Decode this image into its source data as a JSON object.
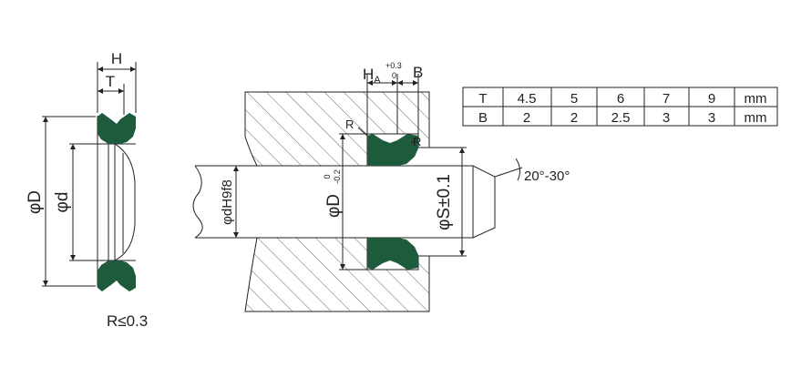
{
  "colors": {
    "seal": "#1e5a3c",
    "line": "#222222",
    "hatch": "#666666",
    "background": "#ffffff"
  },
  "seal_view": {
    "h_label": "H",
    "t_label": "T",
    "phi_symbol": "φ",
    "outer_dia": "D",
    "inner_dia": "d",
    "radius_note": "R≤0.3"
  },
  "groove_view": {
    "h_label": "H",
    "h_sub": "A",
    "h_tol_upper": "+0.3",
    "h_tol_lower": "0",
    "b_label": "B",
    "r_label_1": "R",
    "r_label_2": "R",
    "phi_symbol": "φ",
    "rod_dia": "dH9f8",
    "groove_dia": "D",
    "groove_tol_upper": "0",
    "groove_tol_lower": "-0.2",
    "bore_dia": "S±0.1",
    "chamfer_angle": "20°-30°"
  },
  "dimension_table": {
    "rows": [
      {
        "label": "T",
        "values": [
          "4.5",
          "5",
          "6",
          "7",
          "9"
        ],
        "unit": "mm"
      },
      {
        "label": "B",
        "values": [
          "2",
          "2",
          "2.5",
          "3",
          "3"
        ],
        "unit": "mm"
      }
    ]
  }
}
